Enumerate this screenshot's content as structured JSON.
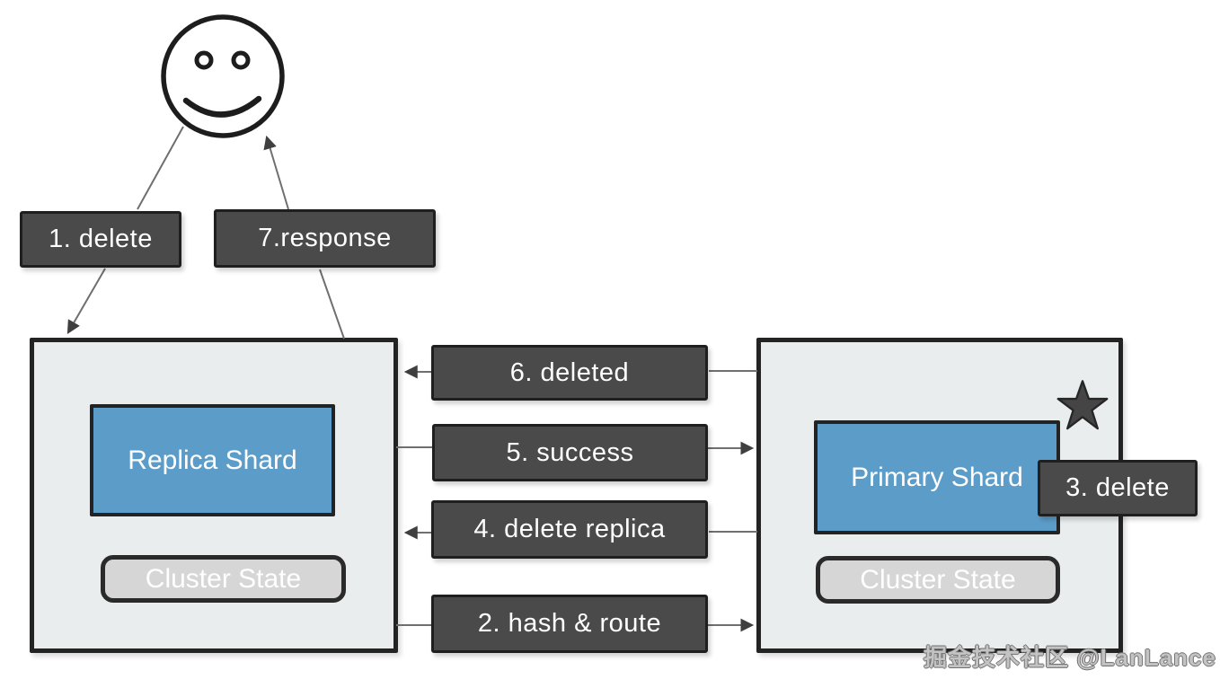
{
  "watermark": "掘金技术社区 @LanLance",
  "client": {
    "icon": "smiley-face"
  },
  "flow_steps": {
    "step1": "1. delete",
    "step2": "2. hash & route",
    "step3": "3. delete",
    "step4": "4. delete replica",
    "step5": "5. success",
    "step6": "6. deleted",
    "step7": "7.response"
  },
  "replica_node": {
    "shard_label": "Replica Shard",
    "cluster_state_label": "Cluster State"
  },
  "primary_node": {
    "shard_label": "Primary Shard",
    "cluster_state_label": "Cluster State",
    "badge": "star"
  },
  "colors": {
    "step_box_fill": "#4a4a4a",
    "step_box_border": "#1f1f1f",
    "node_fill": "#e9edee",
    "node_border": "#232323",
    "shard_fill": "#5b9cc8",
    "state_fill": "#d6d6d6",
    "arrow_line": "#6f6f6f",
    "arrow_head": "#3f3f3f",
    "star": "#454545",
    "background": "#ffffff"
  }
}
